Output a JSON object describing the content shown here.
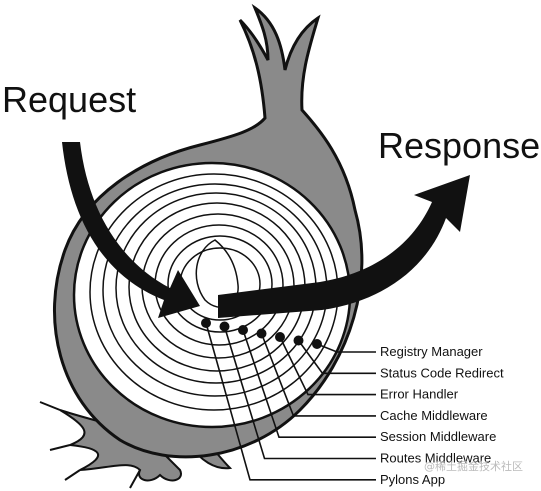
{
  "diagram": {
    "request_label": "Request",
    "response_label": "Response",
    "layers": [
      "Registry Manager",
      "Status Code Redirect",
      "Error Handler",
      "Cache Middleware",
      "Session Middleware",
      "Routes Middleware",
      "Pylons App"
    ]
  },
  "watermark": "@稀土掘金技术社区",
  "colors": {
    "outline": "#111111",
    "skin": "#8a8a8a",
    "background": "#ffffff"
  }
}
